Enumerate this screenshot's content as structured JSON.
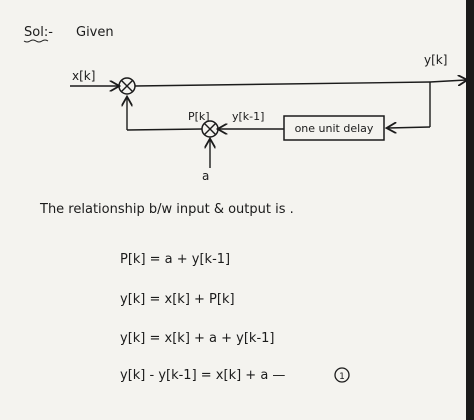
{
  "header": {
    "sol_label": "Sol:-",
    "given_label": "Given"
  },
  "diagram": {
    "input_label": "x[k]",
    "output_label": "y[k]",
    "pk_label": "P[k]",
    "delayed_label": "y[k-1]",
    "delay_block_label": "one unit delay",
    "constant_label": "a",
    "summer_symbol": "⊗"
  },
  "text": {
    "relationship": "The relationship b/w input & output is ."
  },
  "equations": [
    "P[k] = a + y[k-1]",
    "y[k] = x[k] + P[k]",
    "y[k] = x[k] + a + y[k-1]",
    "y[k] - y[k-1] = x[k] + a —"
  ],
  "equation_tag": "1",
  "colors": {
    "ink": "#1b1b1b",
    "paper": "#f4f3ef"
  }
}
